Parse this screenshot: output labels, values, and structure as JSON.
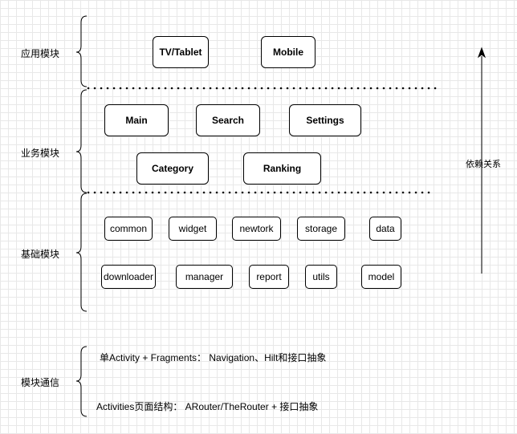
{
  "sections": {
    "app": "应用模块",
    "business": "业务模块",
    "base": "基础模块",
    "comm": "模块通信"
  },
  "app_modules": [
    "TV/Tablet",
    "Mobile"
  ],
  "business_modules": [
    "Main",
    "Search",
    "Settings",
    "Category",
    "Ranking"
  ],
  "base_modules": [
    "common",
    "widget",
    "newtork",
    "storage",
    "data",
    "downloader",
    "manager",
    "report",
    "utils",
    "model"
  ],
  "dependency_label": "依赖关系",
  "communication": {
    "single_activity": "单Activity + Fragments：  Navigation、Hilt和接口抽象",
    "activities": "Activities页面结构：  ARouter/TheRouter + 接口抽象"
  }
}
